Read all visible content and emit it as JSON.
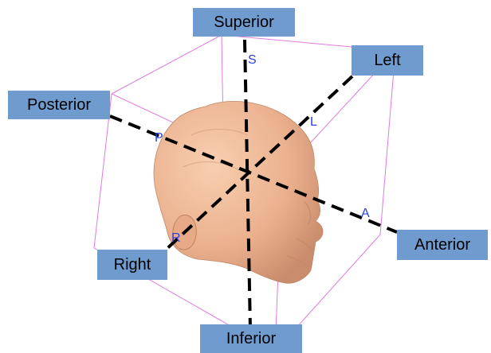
{
  "labels": {
    "superior": "Superior",
    "left": "Left",
    "posterior": "Posterior",
    "anterior": "Anterior",
    "right": "Right",
    "inferior": "Inferior"
  },
  "axis_letters": {
    "s": "S",
    "l": "L",
    "p": "P",
    "a": "A",
    "r": "R"
  },
  "colors": {
    "label_box": "#6f9bcf",
    "cube_edges": "#e07ae0",
    "axis_lines": "#000000",
    "axis_letters": "#2a3fe0",
    "head_skin": "#f0b896"
  }
}
